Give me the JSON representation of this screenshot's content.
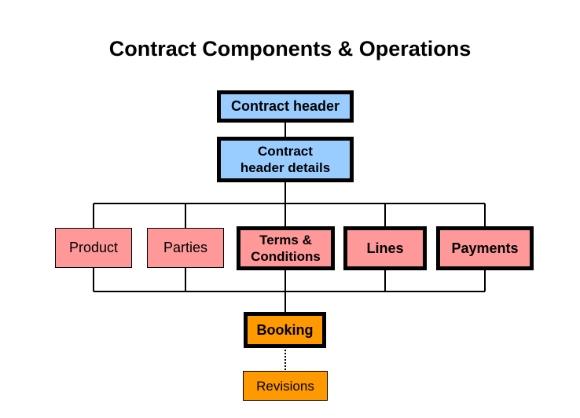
{
  "title": "Contract Components & Operations",
  "colors": {
    "header": "#99ccff",
    "components": "#ff9999",
    "operations": "#ff9900"
  },
  "nodes": {
    "contract_header": "Contract header",
    "contract_header_details": "Contract\nheader details",
    "product": "Product",
    "parties": "Parties",
    "terms_conditions": "Terms &\nConditions",
    "lines": "Lines",
    "payments": "Payments",
    "booking": "Booking",
    "revisions": "Revisions"
  }
}
